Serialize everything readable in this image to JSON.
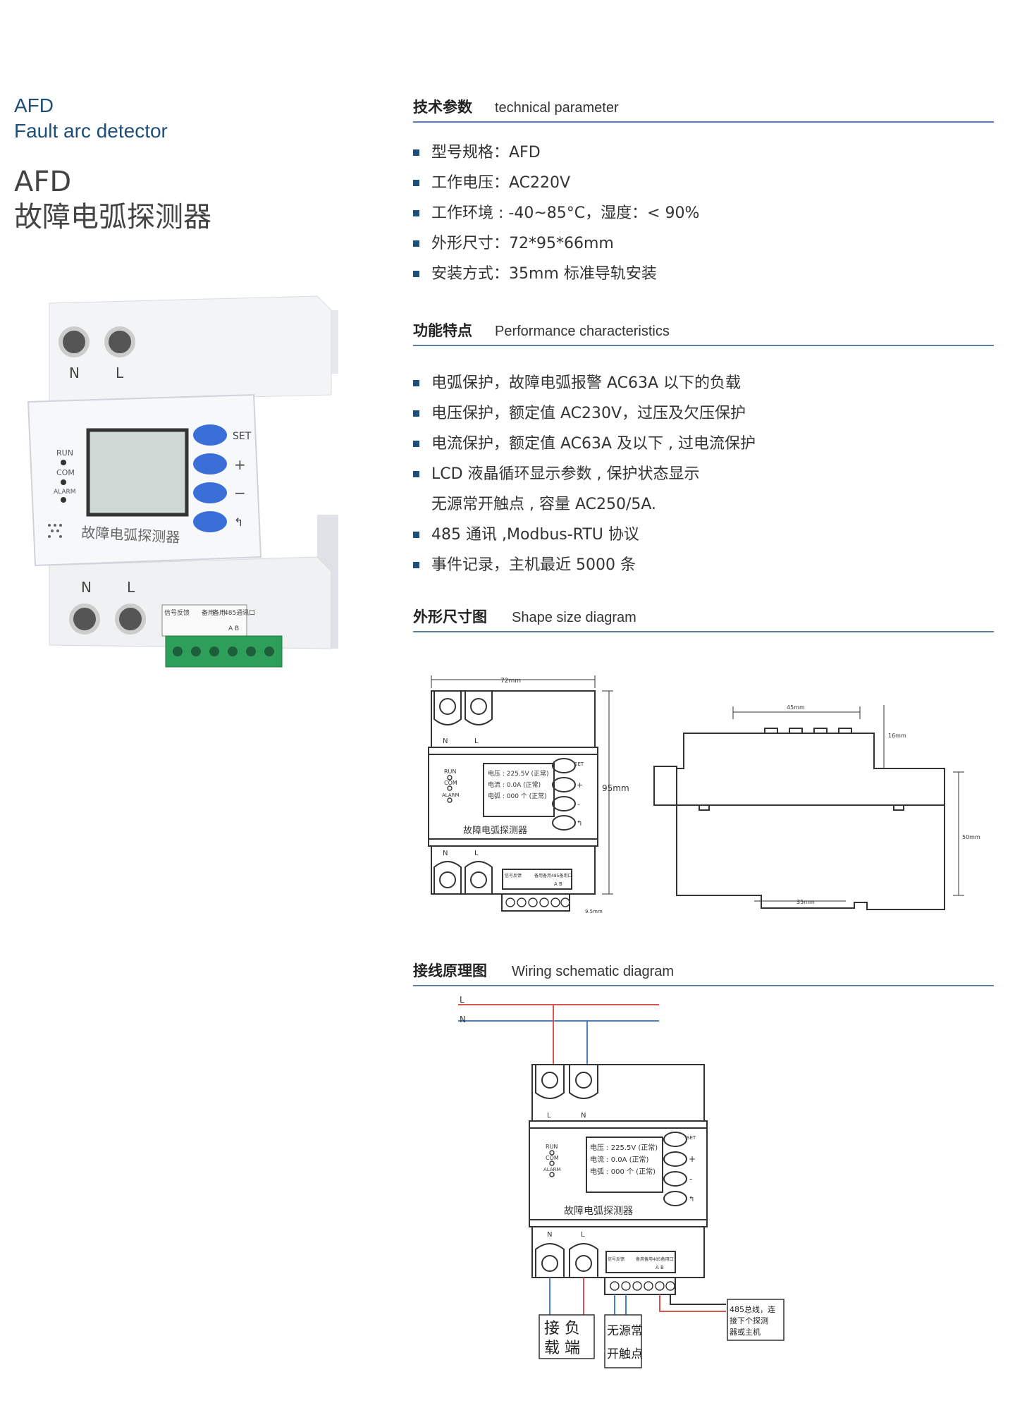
{
  "header": {
    "en_line1": "AFD",
    "en_line2": "Fault arc detector",
    "cn_line1": "AFD",
    "cn_line2": "故障电弧探测器"
  },
  "sections": {
    "tech": {
      "cn": "技术参数",
      "en": "technical parameter"
    },
    "perf": {
      "cn": "功能特点",
      "en": "Performance  characteristics"
    },
    "shape": {
      "cn": "外形尺寸图",
      "en": "Shape size diagram"
    },
    "wiring": {
      "cn": "接线原理图",
      "en": "Wiring schematic diagram"
    }
  },
  "tech_params": [
    "型号规格：AFD",
    "工作电压：AC220V",
    "工作环境 : -40~85°C，湿度：< 90%",
    "外形尺寸：72*95*66mm",
    "安装方式：35mm 标准导轨安装"
  ],
  "features": [
    {
      "text": "电弧保护，故障电弧报警 AC63A 以下的负载",
      "bullet": true
    },
    {
      "text": "电压保护，额定值 AC230V，过压及欠压保护",
      "bullet": true
    },
    {
      "text": "电流保护，额定值 AC63A 及以下 , 过电流保护",
      "bullet": true
    },
    {
      "text": "LCD 液晶循环显示参数 , 保护状态显示",
      "bullet": true
    },
    {
      "text": "无源常开触点 , 容量 AC250/5A.",
      "bullet": false
    },
    {
      "text": "485 通讯 ,Modbus-RTU 协议",
      "bullet": true
    },
    {
      "text": "事件记录，主机最近 5000 条",
      "bullet": true
    }
  ],
  "product": {
    "top_terminals": [
      "N",
      "L"
    ],
    "bottom_terminals": [
      "N",
      "L"
    ],
    "leds": [
      "RUN",
      "COM",
      "ALARM"
    ],
    "buttons": [
      "SET",
      "+",
      "−",
      "↰"
    ],
    "device_label": "故障电弧探测器",
    "port_labels": [
      "信号反馈",
      "备用",
      "备用",
      "485通讯口",
      "A B"
    ]
  },
  "shape_diagram": {
    "dims": {
      "width": "72mm",
      "height": "95mm",
      "rail": "9.5mm",
      "top_w": "45mm",
      "top_h": "16mm",
      "side_h": "50mm",
      "rail_w": "35mm"
    },
    "lcd_lines": [
      "电压 : 225.5V (正常)",
      "电流 : 0.0A    (正常)",
      "电弧 : 000 个 (正常)"
    ],
    "leds": [
      "RUN",
      "COM",
      "ALARM"
    ],
    "buttons": [
      "SET",
      "+",
      "-",
      "↰"
    ],
    "device_label": "故障电弧探测器",
    "top_terms": [
      "N",
      "L"
    ],
    "bottom_terms": [
      "N",
      "L"
    ],
    "port_labels": [
      "信号反馈",
      "备用",
      "备用",
      "485备用口",
      "A B"
    ]
  },
  "wiring_diagram": {
    "lines": [
      "L",
      "N"
    ],
    "top_terms": [
      "L",
      "N"
    ],
    "bottom_terms": [
      "N",
      "L"
    ],
    "lcd_lines": [
      "电压 : 225.5V (正常)",
      "电流 : 0.0A    (正常)",
      "电弧 : 000 个 (正常)"
    ],
    "leds": [
      "RUN",
      "COM",
      "ALARM"
    ],
    "buttons": [
      "SET",
      "+",
      "-",
      "↰"
    ],
    "device_label": "故障电弧探测器",
    "port_labels": [
      "信号反馈",
      "备用",
      "备用",
      "485备用口",
      "A B"
    ],
    "box_load": [
      "接 负",
      "载 端"
    ],
    "box_contact": [
      "无源常",
      "开触点"
    ],
    "box_485": [
      "485总线，连",
      "接下个探测",
      "器或主机"
    ]
  },
  "colors": {
    "accent": "#1f4e79",
    "rule": "#5a7fa8",
    "wire_red": "#d9534f",
    "wire_blue": "#4a7fc1",
    "button_blue": "#3a6fd8",
    "terminal_green": "#2e9e5b"
  }
}
